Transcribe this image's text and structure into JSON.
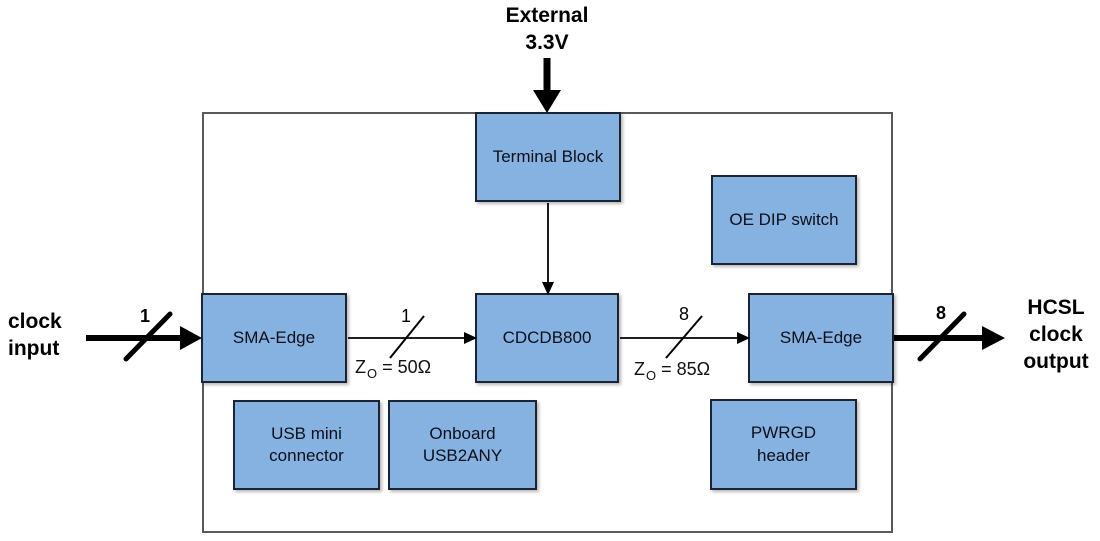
{
  "diagram": {
    "external_supply": "External\n3.3V",
    "clock_input": "clock\ninput",
    "hcsl_output": "HCSL\nclock\noutput"
  },
  "blocks": {
    "terminal_block": "Terminal Block",
    "oe_dip_switch": "OE DIP switch",
    "sma_edge_in": "SMA-Edge",
    "cdcdb800": "CDCDB800",
    "sma_edge_out": "SMA-Edge",
    "usb_mini_connector": "USB mini\nconnector",
    "onboard_usb2any": "Onboard\nUSB2ANY",
    "pwrgd_header": "PWRGD\nheader"
  },
  "buses": {
    "input_count": "1",
    "input_trace_count": "1",
    "output_trace_count": "8",
    "output_count": "8",
    "input_impedance": {
      "z": "Z",
      "sub": "O",
      "value": "= 50Ω"
    },
    "output_impedance": {
      "z": "Z",
      "sub": "O",
      "value": "= 85Ω"
    }
  },
  "colors": {
    "block_fill": "#85B2E0",
    "block_border": "#1a2433",
    "frame_border": "#595959",
    "arrow": "#000000"
  }
}
